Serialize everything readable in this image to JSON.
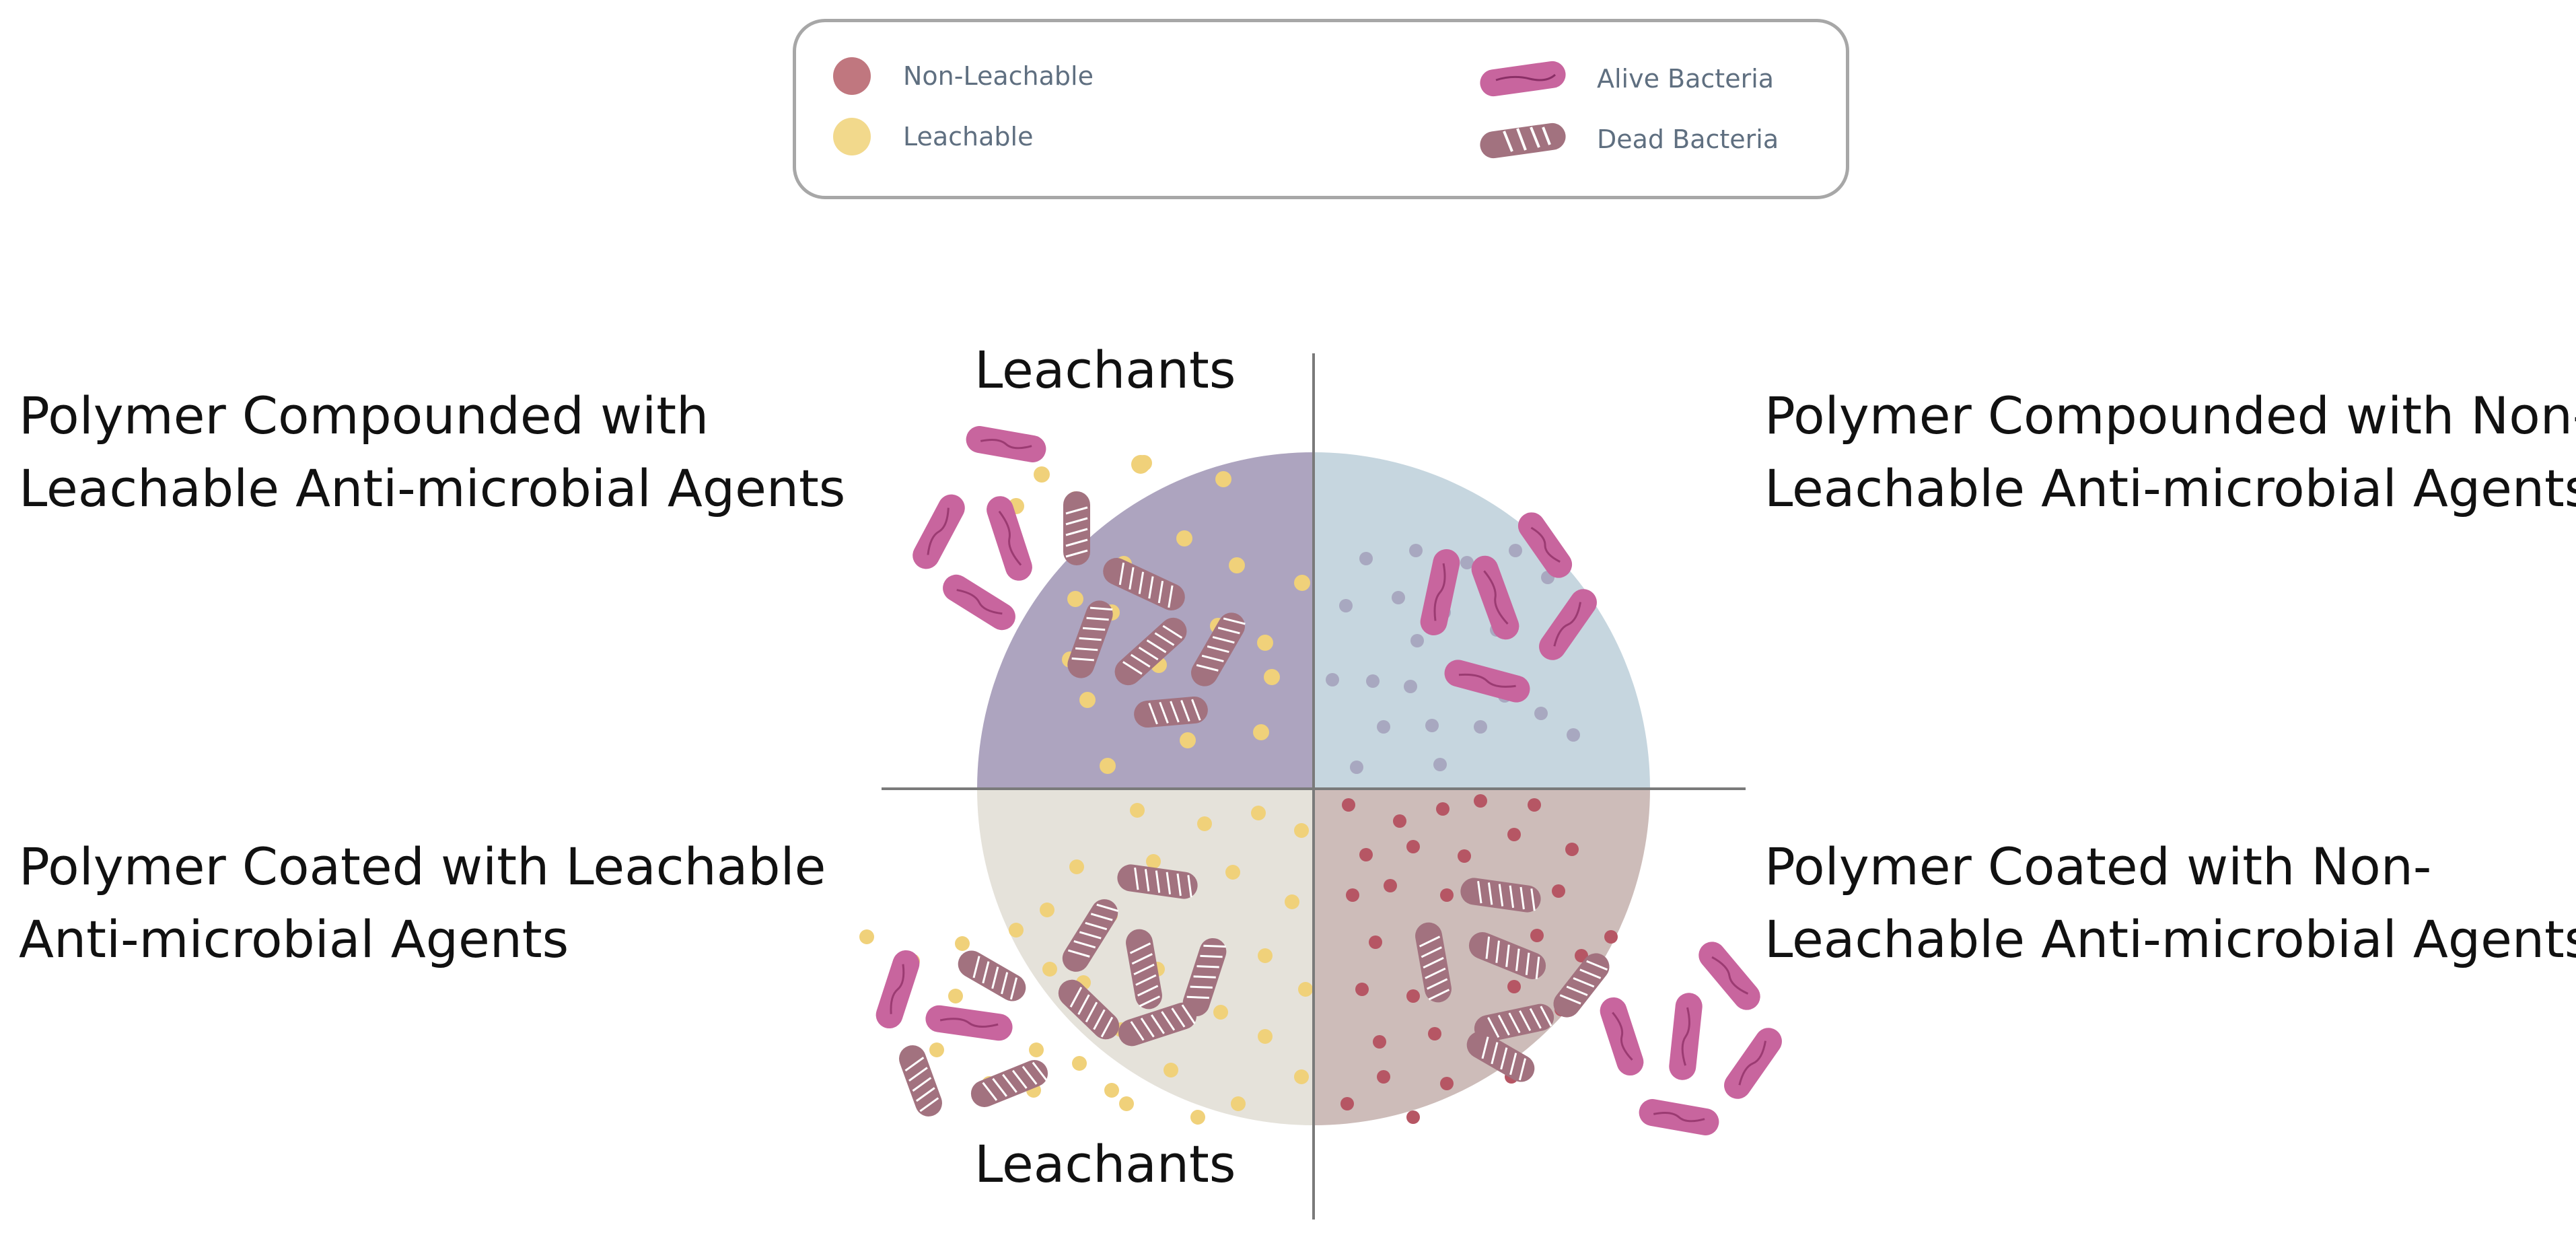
{
  "legend": {
    "items": [
      {
        "label": "Non-Leachable",
        "swatch": "non-leachable-dot",
        "color": "#c0777f"
      },
      {
        "label": "Leachable",
        "swatch": "leachable-dot",
        "color": "#f2d98c"
      },
      {
        "label": "Alive Bacteria",
        "swatch": "alive-bacteria-icon",
        "color": "#c8659e"
      },
      {
        "label": "Dead Bacteria",
        "swatch": "dead-bacteria-icon",
        "color": "#a2727f"
      }
    ]
  },
  "quadrants": {
    "top_left": {
      "line1": "Polymer Compounded with",
      "line2": "Leachable Anti-microbial Agents",
      "fill": "#ada4bf"
    },
    "top_right": {
      "line1": "Polymer Compounded with Non-",
      "line2": "Leachable Anti-microbial Agents",
      "fill": "#c6d6df"
    },
    "bottom_left": {
      "line1": "Polymer Coated with Leachable",
      "line2": "Anti-microbial Agents",
      "fill": "#e5e2da"
    },
    "bottom_right": {
      "line1": "Polymer Coated with Non-",
      "line2": "Leachable Anti-microbial Agents",
      "fill": "#cdbcb9"
    }
  },
  "leachants": {
    "top": "Leachants",
    "bottom": "Leachants"
  },
  "colors": {
    "leachable": "#f0d17a",
    "non_leachable_red": "#b65664",
    "non_leachable_grey": "#a8a8c0",
    "alive_bacteria": "#c8659e",
    "alive_bacteria_dark": "#9b3b72",
    "dead_bacteria": "#a2727f",
    "axis": "#7a7a7a"
  }
}
